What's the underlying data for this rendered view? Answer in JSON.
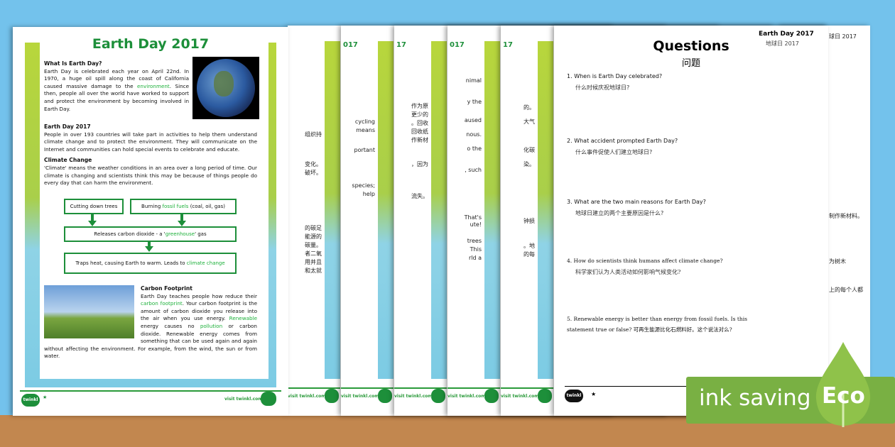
{
  "main_page": {
    "title": "Earth Day 2017",
    "sections": [
      {
        "heading": "What Is Earth Day?",
        "body_parts": [
          "Earth Day is celebrated each year on April 22nd. In 1970, a huge oil spill along the coast of California caused massive damage to the ",
          "environment",
          ". Since then, people all over the world have worked to support and protect the environment by becoming involved in Earth Day."
        ]
      },
      {
        "heading": "Earth Day 2017",
        "body": "People in over 193 countries will take part in activities to help them understand climate change and to protect the environment. They will communicate on the Internet and communities can hold special events to celebrate and educate."
      },
      {
        "heading": "Climate Change",
        "body": "'Climate' means the weather conditions in an area over a long period of time. Our climate is changing and scientists think this may be because of things people do every day that can harm the environment."
      }
    ],
    "flow": {
      "box1": "Cutting down trees",
      "box2_pre": "Burning ",
      "box2_green": "fossil fuels",
      "box2_post": " (coal, oil, gas)",
      "box3_pre": "Releases carbon dioxide - a '",
      "box3_green": "greenhouse",
      "box3_post": "' gas",
      "box4_pre": "Traps heat, causing Earth to warm. Leads to ",
      "box4_green": "climate change"
    },
    "carbon": {
      "heading": "Carbon Footprint",
      "p1": "Earth Day teaches people how reduce their ",
      "g1": "carbon footprint",
      "p2": ". Your carbon footprint is the amount of carbon dioxide you release into the air when you use energy. ",
      "g2": "Renewable",
      "p3": " energy causes no ",
      "g3": "pollution",
      "p4": " or carbon dioxide. Renewable energy comes from something that can be used again and again without affecting the environment. For example, from the wind, the sun or from water."
    },
    "footer_logo": "twinkl go!",
    "footer_link": "visit twinkl.com"
  },
  "middle_pages": [
    {
      "title": "",
      "fragments": [
        "组织持",
        "变化。",
        "破坏。",
        "的碳足",
        "能源的",
        "碳量。",
        "者二氧",
        "用并且",
        "和太就"
      ]
    },
    {
      "title": "017",
      "fragments": [
        "cycling",
        "means",
        "portant",
        "species;",
        "help"
      ]
    },
    {
      "title": "17",
      "fragments": [
        "作为原",
        "更少的",
        "。回收",
        "回收纸",
        "作新材",
        "，因为",
        "流失。"
      ]
    },
    {
      "title": "017",
      "fragments": [
        "nimal",
        "y the",
        "aused",
        "nous.",
        "o the",
        ", such",
        "That's",
        "ute!",
        "trees",
        "This",
        "rld a"
      ]
    },
    {
      "title": "17",
      "fragments": [
        "的。",
        "大气",
        "化碳",
        "染。",
        "钟损",
        "。地",
        "的每"
      ]
    }
  ],
  "footer_link": "visit twinkl.com",
  "questions_page": {
    "title": "Questions",
    "title_cn": "问题",
    "header_en": "Earth Day 2017",
    "header_cn": "地球日 2017",
    "questions": [
      {
        "num": "1.",
        "en": "When is Earth Day celebrated?",
        "cn": "什么时候庆祝地球日?"
      },
      {
        "num": "2.",
        "en": "What accident prompted Earth Day?",
        "cn": "什么事件促使人们建立地球日?"
      },
      {
        "num": "3.",
        "en": "What are the two main reasons for Earth Day?",
        "cn": "地球日建立的两个主要原因是什么?"
      },
      {
        "num": "4.",
        "en": "How do scientists think humans affect climate change?",
        "cn": "科学家们认为人类活动如何影响气候变化?"
      },
      {
        "num": "5.",
        "en": "Renewable energy is better than energy from fossil fuels. Is this statement true or false?",
        "cn": "可再生能源比化石燃料好。这个说法对么?"
      }
    ],
    "footer_logo": "twinkl go!"
  },
  "back_page": {
    "fragments": [
      "球日 2017",
      "制作新材料。",
      "为树木",
      "上的每个人都"
    ]
  },
  "badge": {
    "text": "ink saving",
    "eco": "Eco",
    "color": "#79b043"
  }
}
